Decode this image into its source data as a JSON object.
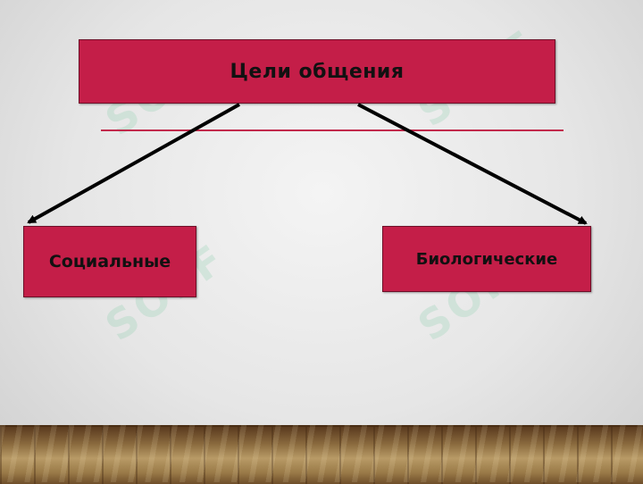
{
  "diagram": {
    "title": "Цели общения",
    "left_branch": "Социальные",
    "right_branch": "Биологические"
  },
  "watermark": {
    "text": "SOFF",
    "color": "#78c8a0"
  },
  "colors": {
    "box_fill": "#c41e48",
    "arrow": "#000000",
    "divider": "#c22a4c"
  }
}
